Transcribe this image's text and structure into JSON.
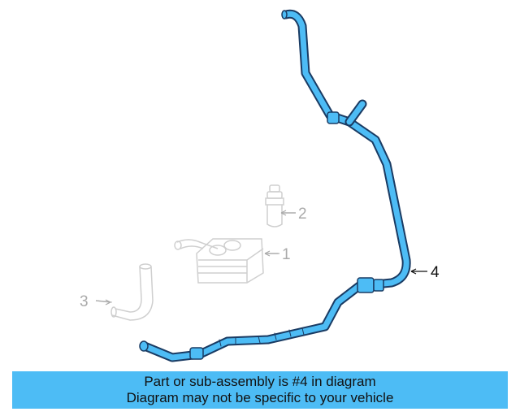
{
  "colors": {
    "highlight": "#4dbcf5",
    "hose_fill": "#4dbcf5",
    "hose_outline": "#1a3b63",
    "ghost_parts": "#cfcfcf",
    "callout_text": "#111111",
    "ghost_text": "#aaaaaa"
  },
  "callouts": [
    {
      "label": "1",
      "part": "oil-cooler"
    },
    {
      "label": "2",
      "part": "bleeder-screw"
    },
    {
      "label": "3",
      "part": "coolant-hose"
    },
    {
      "label": "4",
      "part": "coolant-tube-highlighted"
    }
  ],
  "banner": {
    "line1": "Part or sub-assembly is #4 in diagram",
    "line2": "Diagram may not be specific to your vehicle"
  }
}
